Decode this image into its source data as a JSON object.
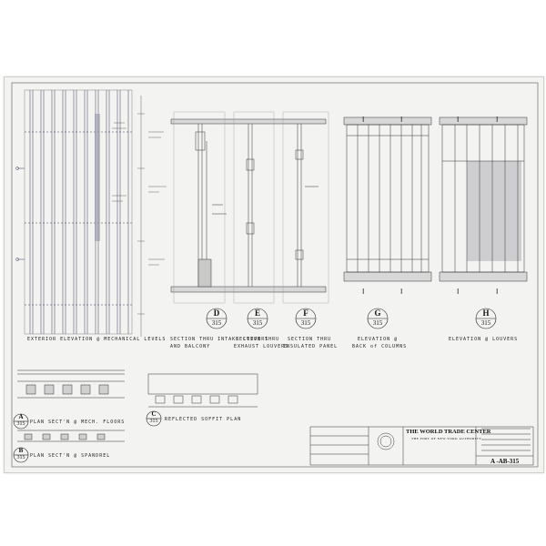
{
  "sheet": {
    "bubble_sheet": "315",
    "views": {
      "exterior_elevation": "EXTERIOR ELEVATION @ MECHANICAL LEVELS",
      "section_d_line1": "SECTION THRU INTAKE LOUVERS",
      "section_d_line2": "AND BALCONY",
      "section_e_line1": "SECTION THRU",
      "section_e_line2": "EXHAUST LOUVERS",
      "section_f_line1": "SECTION THRU",
      "section_f_line2": "INSULATED PANEL",
      "elevation_g_line1": "ELEVATION @",
      "elevation_g_line2": "BACK of COLUMNS",
      "elevation_h": "ELEVATION @ LOUVERS",
      "plan_a": "PLAN SECT'N @ MECH. FLOORS",
      "plan_b": "PLAN SECT'N @ SPANDREL",
      "reflected_c": "REFLECTED SOFFIT PLAN"
    },
    "bubbles": [
      "D",
      "E",
      "F",
      "G",
      "H",
      "A",
      "B",
      "C"
    ],
    "title_block": {
      "project": "THE WORLD TRADE CENTER",
      "owner": "THE PORT OF NEW YORK AUTHORITY",
      "sheet_number": "A -AB-315"
    }
  }
}
